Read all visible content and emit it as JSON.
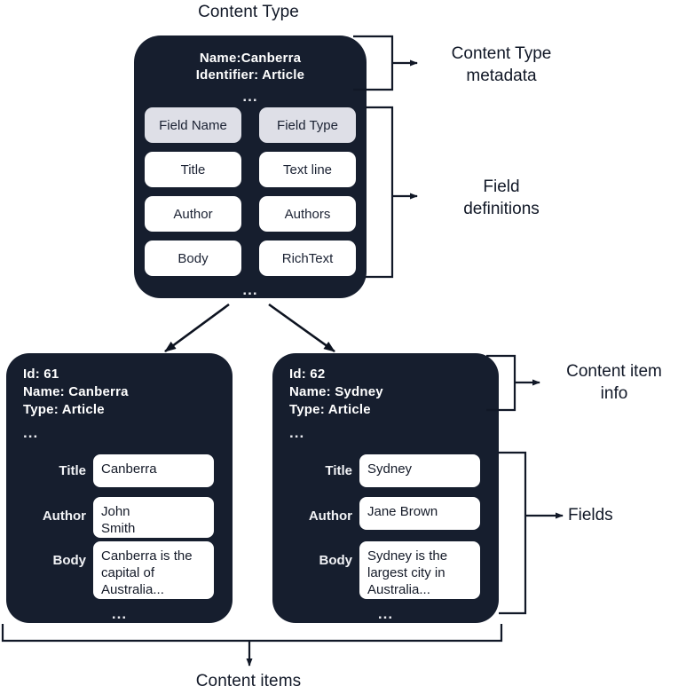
{
  "diagram": {
    "title": "Content Type",
    "bottom_label": "Content items"
  },
  "content_type_card": {
    "metadata": {
      "name_line": "Name:Canberra",
      "identifier_line": "Identifier: Article",
      "ellipsis": "..."
    },
    "field_table": {
      "headers": [
        "Field Name",
        "Field Type"
      ],
      "rows": [
        {
          "field_name": "Title",
          "field_type": "Text line"
        },
        {
          "field_name": "Author",
          "field_type": "Authors"
        },
        {
          "field_name": "Body",
          "field_type": "RichText"
        }
      ],
      "ellipsis": "..."
    }
  },
  "content_items": [
    {
      "info": {
        "id_line": "Id: 61",
        "name_line": "Name: Canberra",
        "type_line": "Type: Article",
        "ellipsis": "..."
      },
      "fields": [
        {
          "label": "Title",
          "value": "Canberra"
        },
        {
          "label": "Author",
          "value": "John\nSmith"
        },
        {
          "label": "Body",
          "value": "Canberra is the\ncapital of\nAustralia..."
        }
      ],
      "ellipsis": "..."
    },
    {
      "info": {
        "id_line": "Id: 62",
        "name_line": "Name: Sydney",
        "type_line": "Type: Article",
        "ellipsis": "..."
      },
      "fields": [
        {
          "label": "Title",
          "value": "Sydney"
        },
        {
          "label": "Author",
          "value": "Jane Brown"
        },
        {
          "label": "Body",
          "value": "Sydney is the\nlargest city in\nAustralia..."
        }
      ],
      "ellipsis": "..."
    }
  ],
  "annotations": {
    "content_type_metadata": "Content Type\nmetadata",
    "field_definitions": "Field\ndefinitions",
    "content_item_info": "Content item\ninfo",
    "fields": "Fields"
  },
  "colors": {
    "card_background": "#161e2e",
    "page_background": "#ffffff",
    "header_chip_background": "#dedfe7",
    "chip_background": "#ffffff",
    "line": "#111827",
    "text_on_dark": "#ffffff",
    "text_on_light": "#141a28"
  }
}
